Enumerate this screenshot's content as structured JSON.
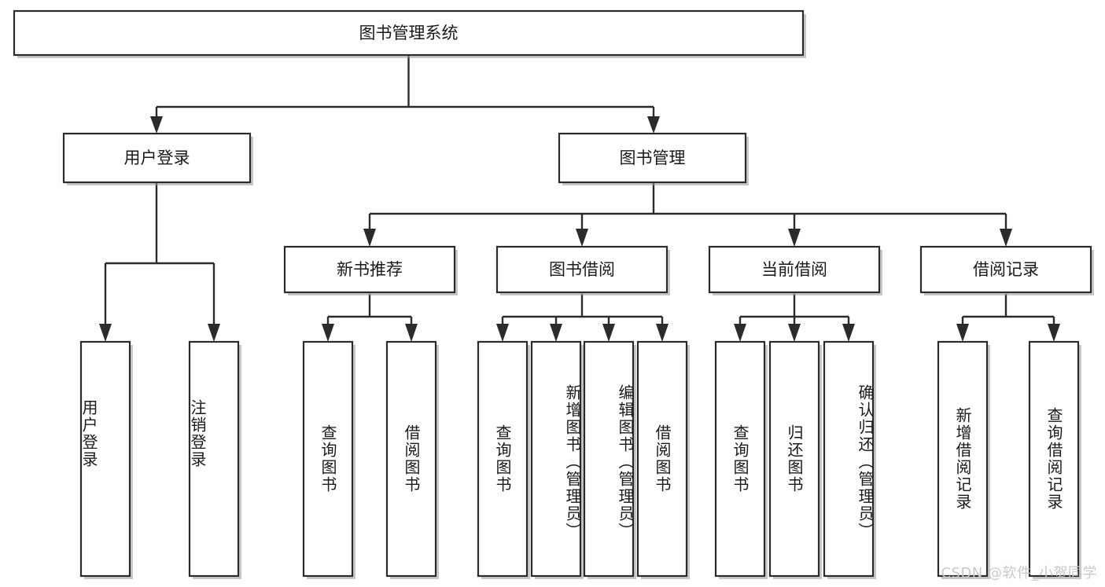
{
  "diagram": {
    "type": "tree-hierarchy",
    "title": "图书管理系统",
    "background_color": "#ffffff",
    "box_stroke_color": "#2b2b2b",
    "text_color": "#1a1a1a",
    "watermark": "CSDN @软件_小贺同学",
    "levels": {
      "root": {
        "label": "图书管理系统"
      },
      "level1": [
        {
          "label": "用户登录"
        },
        {
          "label": "图书管理"
        }
      ],
      "level2": [
        {
          "label": "新书推荐"
        },
        {
          "label": "图书借阅"
        },
        {
          "label": "当前借阅"
        },
        {
          "label": "借阅记录"
        }
      ],
      "leaves": {
        "user_login": [
          {
            "label": "用户登录"
          },
          {
            "label": "注销登录"
          }
        ],
        "new_book_recommend": [
          {
            "label": "查询图书"
          },
          {
            "label": "借阅图书"
          }
        ],
        "book_borrow": [
          {
            "label": "查询图书"
          },
          {
            "label": "新增图书（管理员）"
          },
          {
            "label": "编辑图书（管理员）"
          },
          {
            "label": "借阅图书"
          }
        ],
        "current_borrow": [
          {
            "label": "查询图书"
          },
          {
            "label": "归还图书"
          },
          {
            "label": "确认归还（管理员）"
          }
        ],
        "borrow_record": [
          {
            "label": "新增借阅记录"
          },
          {
            "label": "查询借阅记录"
          }
        ]
      }
    }
  }
}
